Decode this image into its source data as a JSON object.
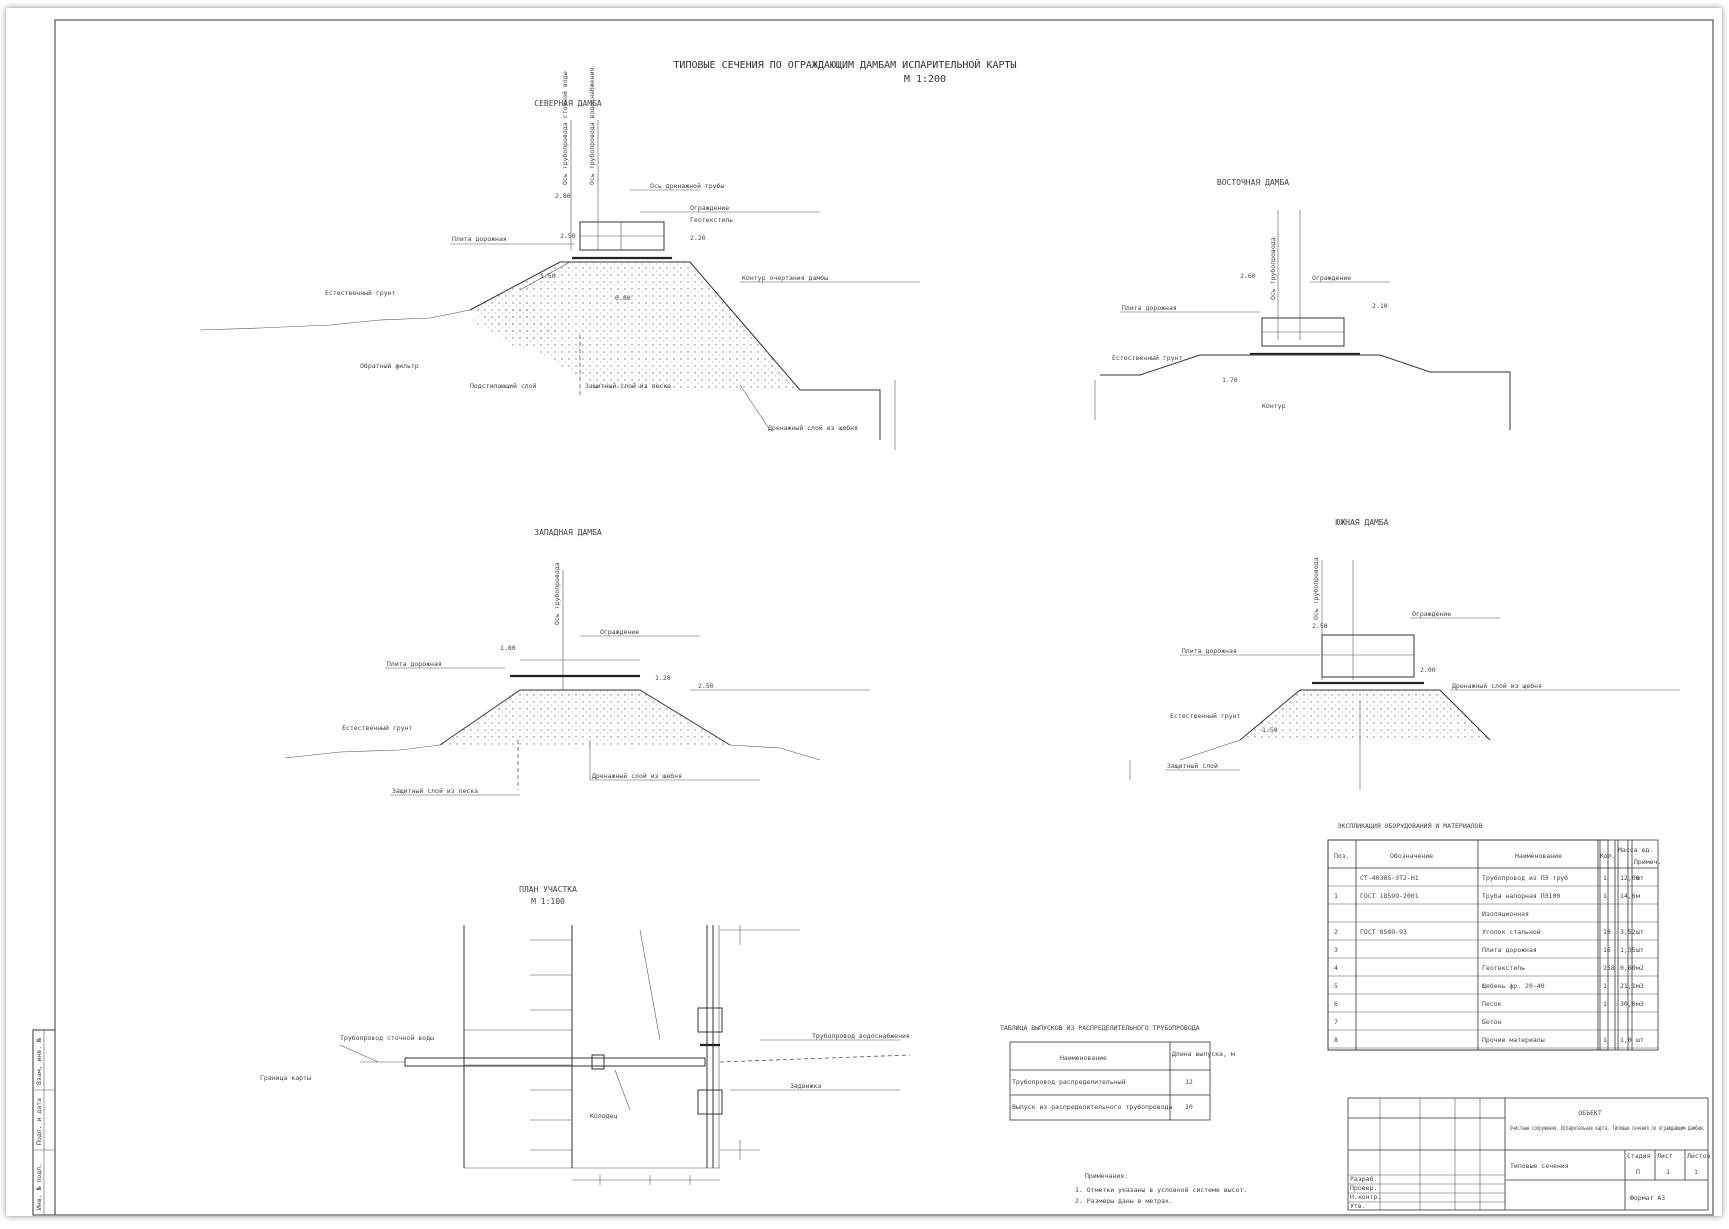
{
  "sheet": {
    "title": "ТИПОВЫЕ СЕЧЕНИЯ ПО ОГРАЖДАЮЩИМ ДАМБАМ ИСПАРИТЕЛЬНОЙ КАРТЫ",
    "scale": "М 1:200"
  },
  "sections": {
    "north": {
      "title": "СЕВЕРНАЯ ДАМБА",
      "labels": {
        "pipe_flow": "Ось трубопровода сточной воды",
        "pipe_dist": "Ось трубопровода водоснабжения",
        "pipe_support": "Ось дренажной трубы",
        "fence": "Ограждение",
        "geotextile": "Геотекстиль",
        "slab": "Плита дорожная",
        "filter": "Обратный фильтр",
        "ground": "Естественный грунт",
        "note1": "Контур очертания дамбы",
        "note2": "Защитный слой из песка",
        "note3": "Дренажный слой из щебня",
        "note4": "Подстилающий слой",
        "levels": [
          "2.80",
          "2.50",
          "2.20",
          "1.50",
          "0.80"
        ]
      }
    },
    "west": {
      "title": "ЗАПАДНАЯ ДАМБА",
      "labels": {
        "pipe": "Ось трубопровода",
        "slab": "Плита дорожная",
        "fence": "Ограждение",
        "ground": "Естественный грунт",
        "note1": "Дренажный слой из щебня",
        "note2": "Защитный слой из песка",
        "levels": [
          "2.50",
          "1.80",
          "1.20"
        ]
      }
    },
    "south": {
      "title": "ЮЖНАЯ ДАМБА",
      "labels": {
        "pipe": "Ось трубопровода",
        "slab": "Плита дорожная",
        "fence": "Ограждение",
        "ground": "Естественный грунт",
        "note1": "Дренажный слой из щебня",
        "note2": "Защитный слой",
        "levels": [
          "2.50",
          "2.00",
          "1.50"
        ]
      }
    },
    "east": {
      "title": "ВОСТОЧНАЯ ДАМБА",
      "labels": {
        "pipe": "Ось трубопровода",
        "slab": "Плита дорожная",
        "fence": "Ограждение",
        "ground": "Естественный грунт",
        "note1": "Контур",
        "levels": [
          "2.60",
          "2.10",
          "1.70"
        ]
      }
    },
    "plan": {
      "title": "ПЛАН УЧАСТКА",
      "scale": "М 1:100",
      "labels": {
        "pipe_in": "Трубопровод сточной воды",
        "pipe_out": "Трубопровод водоснабжения",
        "well": "Колодец",
        "valve": "Задвижка",
        "note": "Граница карты"
      }
    }
  },
  "spec_table": {
    "title": "ЭКСПЛИКАЦИЯ ОБОРУДОВАНИЯ И МАТЕРИАЛОВ",
    "headers": [
      "Поз.",
      "Обозначение",
      "Наименование",
      "Кол.",
      "Масса ед.",
      "Примеч."
    ],
    "rows": [
      [
        "",
        "СТ-40305-ЭТ2-Н1",
        "Трубопровод из ПЭ труб",
        "1",
        "12,00",
        "шт"
      ],
      [
        "1",
        "ГОСТ 18599-2001",
        "Труба напорная ПЭ100",
        "1",
        "14,6",
        "м"
      ],
      [
        "",
        "",
        "Изоляционная",
        "",
        "",
        ""
      ],
      [
        "2",
        "ГОСТ 8509-93",
        "Уголок стальной",
        "10",
        "3,52",
        "шт"
      ],
      [
        "3",
        "",
        "Плита дорожная",
        "16",
        "1,35",
        "шт"
      ],
      [
        "4",
        "",
        "Геотекстиль",
        "258",
        "0,60",
        "м2"
      ],
      [
        "5",
        "",
        "Щебень фр. 20-40",
        "1",
        "21,1",
        "м3"
      ],
      [
        "6",
        "",
        "Песок",
        "1",
        "30,0",
        "м3"
      ],
      [
        "7",
        "",
        "Бетон",
        "",
        "",
        ""
      ],
      [
        "8",
        "",
        "Прочие материалы",
        "1",
        "1,0",
        "шт"
      ]
    ]
  },
  "small_table": {
    "title": "ТАБЛИЦА ВЫПУСКОВ ИЗ РАСПРЕДЕЛИТЕЛЬНОГО ТРУБОПРОВОДА",
    "headers": [
      "Наименование",
      "Длина выпуска, м"
    ],
    "rows": [
      [
        "Трубопровод распределительный",
        "12"
      ],
      [
        "Выпуск из распределительного трубопровода",
        "10"
      ]
    ]
  },
  "notes": {
    "title": "Примечания:",
    "items": [
      "1. Отметки указаны в условной системе высот.",
      "2. Размеры даны в метрах."
    ]
  },
  "stamp": {
    "org": "ОБЪЕКТ",
    "description": "Очистные сооружения. Испарительная карта. Типовые сечения по ограждающим дамбам.",
    "stage_header": [
      "Стадия",
      "Лист",
      "Листов"
    ],
    "stage": [
      "П",
      "1",
      "1"
    ],
    "sheet_name": "Типовые сечения",
    "format": "Формат А3",
    "roles": [
      "Разраб.",
      "Провер.",
      "Н.контр.",
      "Утв."
    ]
  },
  "side_stamp": [
    "Инв. № подл.",
    "Подп. и дата",
    "Взам. инв. №"
  ]
}
